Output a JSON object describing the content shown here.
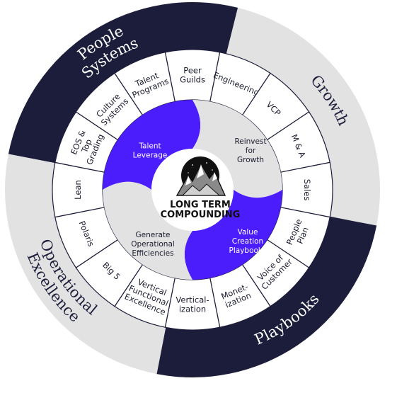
{
  "colors": {
    "navy": "#1c1d3a",
    "gray": "#e2e2e2",
    "purple": "#4c1dfc",
    "white": "#ffffff",
    "text_dark": "#1a1b2e"
  },
  "center": {
    "logo_icon": "mountain-night-icon",
    "title_line1": "LONG TERM",
    "title_line2": "COMPOUNDING"
  },
  "outer_ring": [
    {
      "label": "People Systems",
      "lines": [
        "People",
        "Systems"
      ]
    },
    {
      "label": "Growth",
      "lines": [
        "Growth"
      ]
    },
    {
      "label": "Playbooks",
      "lines": [
        "Playbooks"
      ]
    },
    {
      "label": "Operational Excellence",
      "lines": [
        "Operational",
        "Excellence"
      ]
    }
  ],
  "inner_quadrants": [
    {
      "label": "Talent Leverage",
      "lines": [
        "Talent",
        "Leverage"
      ]
    },
    {
      "label": "Reinvest for Growth",
      "lines": [
        "Reinvest",
        "for",
        "Growth"
      ]
    },
    {
      "label": "Value Creation Playbooks",
      "lines": [
        "Value",
        "Creation",
        "Playbooks"
      ]
    },
    {
      "label": "Generate Operational Efficiencies",
      "lines": [
        "Generate",
        "Operational",
        "Efficiencies"
      ]
    }
  ],
  "segments": [
    {
      "label": "Peer Guilds",
      "lines": [
        "Peer",
        "Guilds"
      ]
    },
    {
      "label": "Engineering",
      "lines": [
        "Engineering"
      ]
    },
    {
      "label": "VCP",
      "lines": [
        "VCP"
      ]
    },
    {
      "label": "M & A",
      "lines": [
        "M & A"
      ]
    },
    {
      "label": "Sales",
      "lines": [
        "Sales"
      ]
    },
    {
      "label": "People Plan",
      "lines": [
        "People",
        "Plan"
      ]
    },
    {
      "label": "Voice of Customer",
      "lines": [
        "Voice of",
        "Customer"
      ]
    },
    {
      "label": "Monet-ization",
      "lines": [
        "Monet-",
        "ization"
      ]
    },
    {
      "label": "Vertical-ization",
      "lines": [
        "Vertical-",
        "ization"
      ]
    },
    {
      "label": "Vertical Functional Excellence",
      "lines": [
        "Vertical",
        "Functional",
        "Excellence"
      ]
    },
    {
      "label": "Big 5",
      "lines": [
        "Big 5"
      ]
    },
    {
      "label": "Polaris",
      "lines": [
        "Polaris"
      ]
    },
    {
      "label": "Lean",
      "lines": [
        "Lean"
      ]
    },
    {
      "label": "EOS & Top Grading",
      "lines": [
        "EOS &",
        "Top",
        "Grading"
      ]
    },
    {
      "label": "Culture Systems",
      "lines": [
        "Culture",
        "Systems"
      ]
    },
    {
      "label": "Talent Programs",
      "lines": [
        "Talent",
        "Programs"
      ]
    }
  ]
}
